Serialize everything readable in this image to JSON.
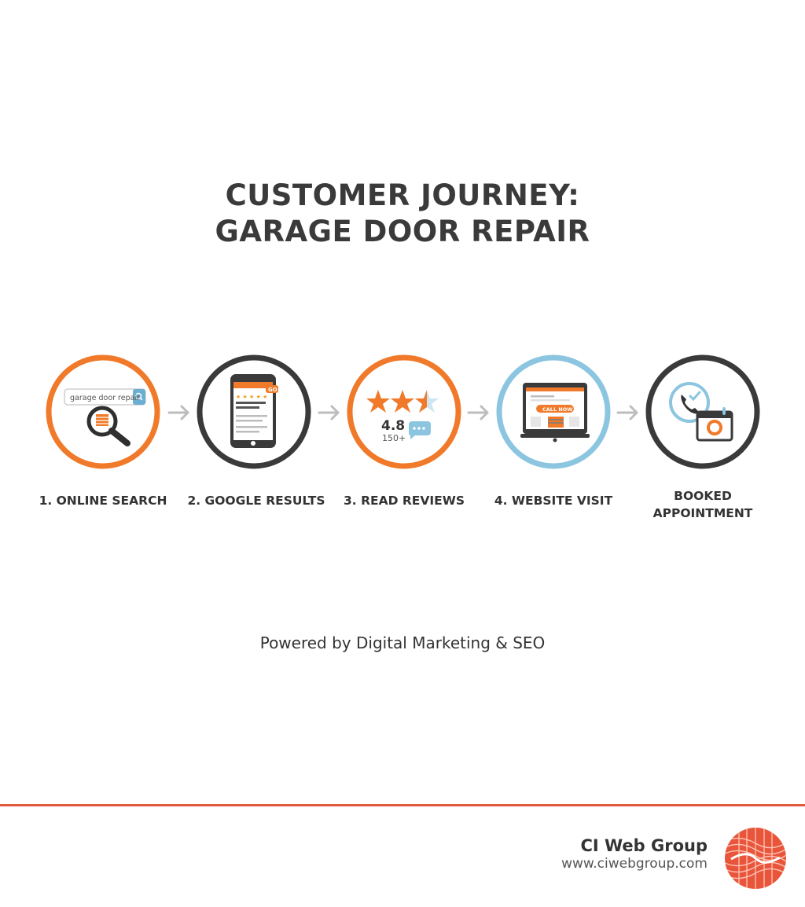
{
  "title": {
    "line1": "CUSTOMER JOURNEY:",
    "line2": "GARAGE DOOR REPAIR"
  },
  "steps": [
    {
      "label": "1. ONLINE SEARCH",
      "icon": "search-magnifier-icon",
      "ring_color": "#f07a2a",
      "search_text": "garage door repair"
    },
    {
      "label": "2. GOOGLE RESULTS",
      "icon": "smartphone-results-icon",
      "ring_color": "#3a3a3a",
      "badge": "GO"
    },
    {
      "label": "3. READ REVIEWS",
      "icon": "star-rating-icon",
      "ring_color": "#f07a2a",
      "rating": "4.8",
      "review_count": "150+"
    },
    {
      "label": "4. WEBSITE VISIT",
      "icon": "laptop-website-icon",
      "ring_color": "#8cc5e0",
      "cta": "CALL NOW"
    },
    {
      "label_line1": "BOOKED",
      "label_line2": "APPOINTMENT",
      "icon": "phone-calendar-icon",
      "ring_color": "#3a3a3a"
    }
  ],
  "tagline": "Powered by Digital Marketing & SEO",
  "footer": {
    "brand_name": "CI Web Group",
    "brand_url": "www.ciwebgroup.com",
    "accent_color": "#e05a3a"
  }
}
